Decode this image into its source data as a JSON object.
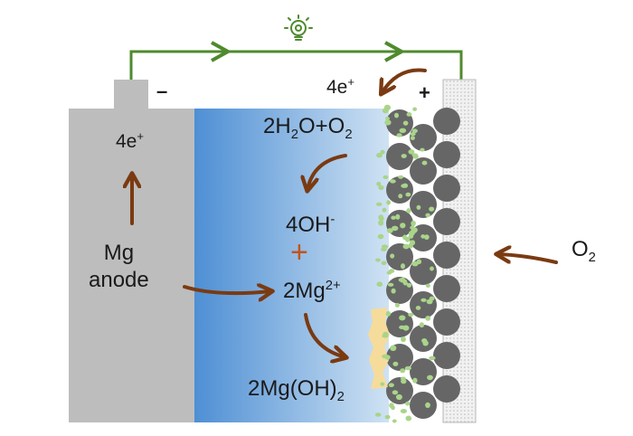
{
  "labels": {
    "electrons_top": "4e",
    "electrons_top_sup": "+",
    "electrons_anode": "4e",
    "electrons_anode_sup": "+",
    "anode_line1": "Mg",
    "anode_line2": "anode",
    "minus_terminal": "–",
    "plus_terminal": "+",
    "reactant_h2o": "2H",
    "reactant_h2o_sub": "2",
    "reactant_o": "O+O",
    "reactant_o2_sub": "2",
    "hydroxide": "4OH",
    "hydroxide_sup": "-",
    "plus_sign": "+",
    "mg_ion": "2Mg",
    "mg_ion_sup": "2+",
    "product": "2Mg(OH)",
    "product_sub": "2",
    "oxygen": "O",
    "oxygen_sub": "2"
  },
  "colors": {
    "wire": "#4f8a2e",
    "arrow": "#7a3a12",
    "anode": "#bdbdbd",
    "electrolyte_left": "#4e8fd4",
    "electrolyte_right": "#c7ddf1",
    "particle": "#666666",
    "catalyst": "#a9d48a",
    "precipitate": "#f6dc9a"
  },
  "icons": [
    "lightbulb-icon"
  ]
}
